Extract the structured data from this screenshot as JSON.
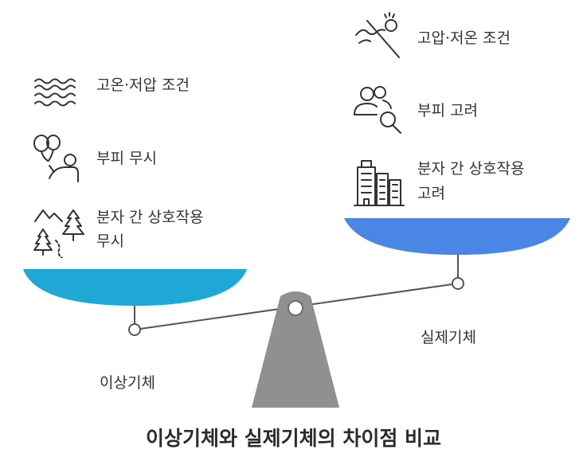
{
  "title": "이상기체와 실제기체의 차이점 비교",
  "colors": {
    "left_pan": "#1fa8d6",
    "right_pan": "#4a86e3",
    "fulcrum": "#909090",
    "beam": "#555555",
    "text": "#333333"
  },
  "left": {
    "name": "이상기체",
    "items": [
      {
        "icon": "waves-icon",
        "label": "고온·저압 조건"
      },
      {
        "icon": "balloon-person-icon",
        "label": "부피 무시"
      },
      {
        "icon": "mountain-trees-icon",
        "label_line1": "분자 간 상호작용",
        "label_line2": "무시"
      }
    ]
  },
  "right": {
    "name": "실제기체",
    "items": [
      {
        "icon": "wind-stone-icon",
        "label": "고압·저온 조건"
      },
      {
        "icon": "people-search-icon",
        "label": "부피 고려"
      },
      {
        "icon": "buildings-icon",
        "label_line1": "분자 간 상호작용",
        "label_line2": "고려"
      }
    ]
  }
}
